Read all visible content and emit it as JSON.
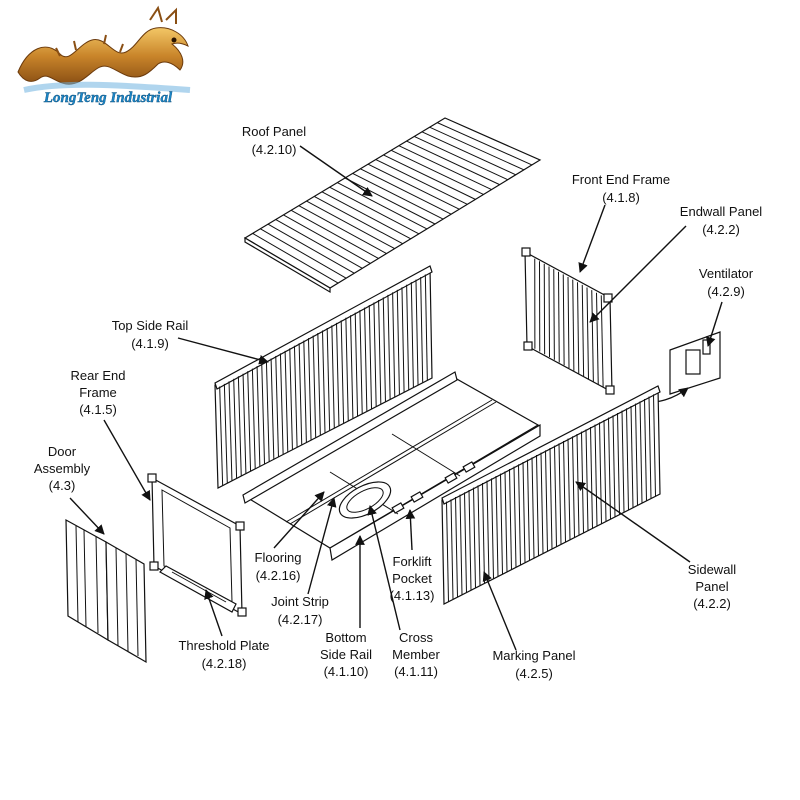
{
  "logo": {
    "text": "LongTeng Industrial"
  },
  "labels": {
    "roof_panel": {
      "name": "Roof Panel",
      "code": "(4.2.10)"
    },
    "front_end_frame": {
      "name": "Front End Frame",
      "code": "(4.1.8)"
    },
    "endwall_panel": {
      "name": "Endwall Panel",
      "code": "(4.2.2)"
    },
    "ventilator": {
      "name": "Ventilator",
      "code": "(4.2.9)"
    },
    "top_side_rail": {
      "name": "Top Side Rail",
      "code": "(4.1.9)"
    },
    "rear_end_frame": {
      "name_1": "Rear End",
      "name_2": "Frame",
      "code": "(4.1.5)"
    },
    "door_assembly": {
      "name_1": "Door",
      "name_2": "Assembly",
      "code": "(4.3)"
    },
    "flooring": {
      "name": "Flooring",
      "code": "(4.2.16)"
    },
    "joint_strip": {
      "name": "Joint Strip",
      "code": "(4.2.17)"
    },
    "bottom_side_rail": {
      "name_1": "Bottom",
      "name_2": "Side Rail",
      "code": "(4.1.10)"
    },
    "cross_member": {
      "name_1": "Cross",
      "name_2": "Member",
      "code": "(4.1.11)"
    },
    "forklift_pocket": {
      "name_1": "Forklift",
      "name_2": "Pocket",
      "code": "(4.1.13)"
    },
    "threshold_plate": {
      "name": "Threshold Plate",
      "code": "(4.2.18)"
    },
    "sidewall_panel": {
      "name_1": "Sidewall",
      "name_2": "Panel",
      "code": "(4.2.2)"
    },
    "marking_panel": {
      "name": "Marking Panel",
      "code": "(4.2.5)"
    }
  }
}
